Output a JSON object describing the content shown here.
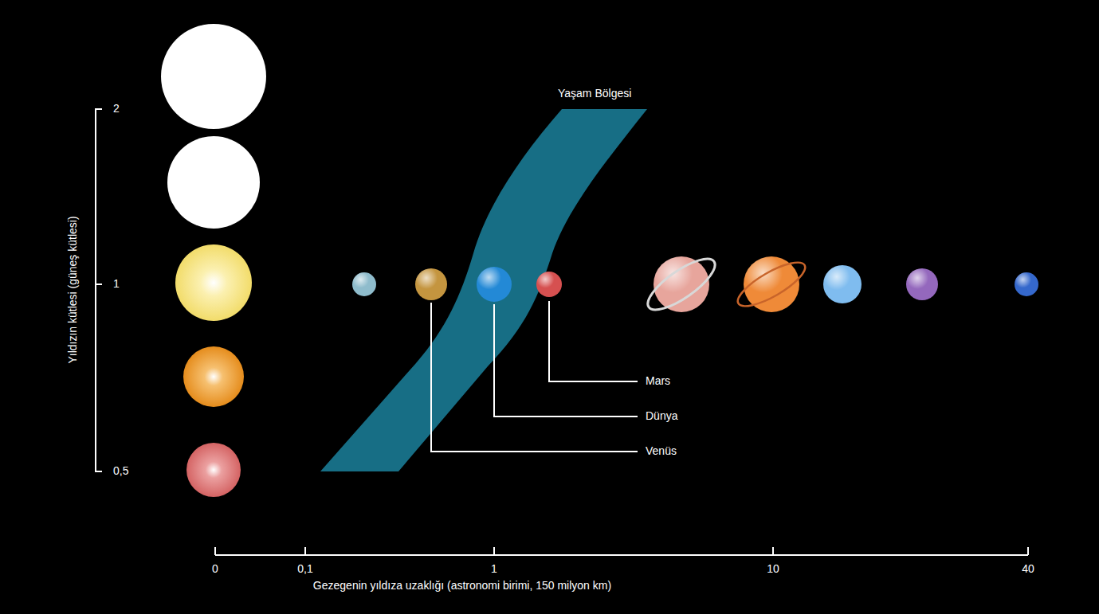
{
  "diagram": {
    "labels": [
      "Yaşam Bölgesi",
      "2",
      "1",
      "0,5",
      "Yıldızın kütlesi (güneş kütlesi)",
      "Mars",
      "Dünya",
      "Venüs",
      "0",
      "0,1",
      "1",
      "10",
      "40",
      "Gezegenin yıldıza uzaklığı (astronomi birimi, 150 milyon km)"
    ]
  }
}
